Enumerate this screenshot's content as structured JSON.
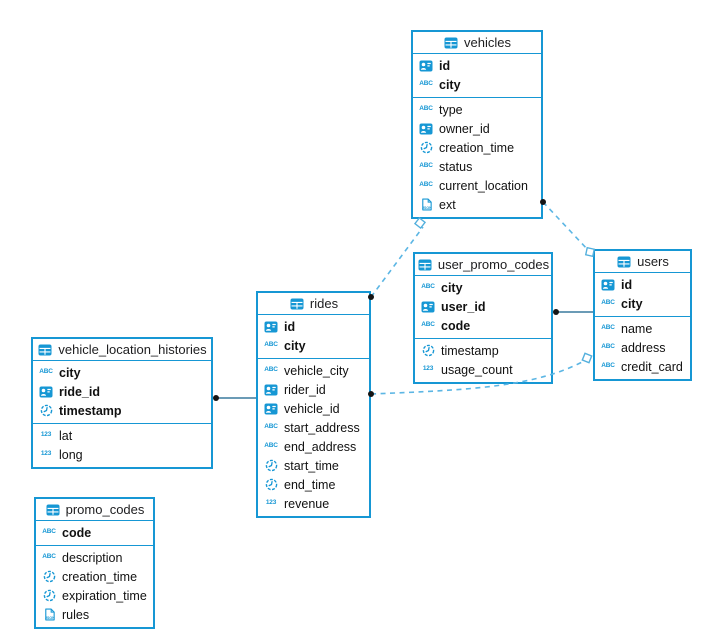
{
  "diagram": {
    "kind": "entity-relationship-diagram",
    "background": "#ffffff"
  },
  "colors": {
    "accent_blue": "#1697d4",
    "dashed_line": "#5cb6e4",
    "solid_line": "#3a7a9e",
    "connector_dot": "#151515",
    "diamond_fill": "#ffffff",
    "text": "#111111"
  },
  "icon_legend": {
    "table": "table-icon",
    "user": "id-badge-icon",
    "abc": "abc-text-type-icon",
    "num": "number-123-type-icon",
    "clock": "clock-time-type-icon",
    "json": "json-document-type-icon"
  },
  "tables": {
    "vehicles": {
      "title": "vehicles",
      "keys": [
        {
          "icon": "user",
          "label": "id"
        },
        {
          "icon": "abc",
          "label": "city"
        }
      ],
      "cols": [
        {
          "icon": "abc",
          "label": "type"
        },
        {
          "icon": "user",
          "label": "owner_id"
        },
        {
          "icon": "clock",
          "label": "creation_time"
        },
        {
          "icon": "abc",
          "label": "status"
        },
        {
          "icon": "abc",
          "label": "current_location"
        },
        {
          "icon": "json",
          "label": "ext"
        }
      ]
    },
    "user_promo_codes": {
      "title": "user_promo_codes",
      "keys": [
        {
          "icon": "abc",
          "label": "city"
        },
        {
          "icon": "user",
          "label": "user_id"
        },
        {
          "icon": "abc",
          "label": "code"
        }
      ],
      "cols": [
        {
          "icon": "clock",
          "label": "timestamp"
        },
        {
          "icon": "num",
          "label": "usage_count"
        }
      ]
    },
    "users": {
      "title": "users",
      "keys": [
        {
          "icon": "user",
          "label": "id"
        },
        {
          "icon": "abc",
          "label": "city"
        }
      ],
      "cols": [
        {
          "icon": "abc",
          "label": "name"
        },
        {
          "icon": "abc",
          "label": "address"
        },
        {
          "icon": "abc",
          "label": "credit_card"
        }
      ]
    },
    "rides": {
      "title": "rides",
      "keys": [
        {
          "icon": "user",
          "label": "id"
        },
        {
          "icon": "abc",
          "label": "city"
        }
      ],
      "cols": [
        {
          "icon": "abc",
          "label": "vehicle_city"
        },
        {
          "icon": "user",
          "label": "rider_id"
        },
        {
          "icon": "user",
          "label": "vehicle_id"
        },
        {
          "icon": "abc",
          "label": "start_address"
        },
        {
          "icon": "abc",
          "label": "end_address"
        },
        {
          "icon": "clock",
          "label": "start_time"
        },
        {
          "icon": "clock",
          "label": "end_time"
        },
        {
          "icon": "num",
          "label": "revenue"
        }
      ]
    },
    "vehicle_location_histories": {
      "title": "vehicle_location_histories",
      "keys": [
        {
          "icon": "abc",
          "label": "city"
        },
        {
          "icon": "user",
          "label": "ride_id"
        },
        {
          "icon": "clock",
          "label": "timestamp"
        }
      ],
      "cols": [
        {
          "icon": "num",
          "label": "lat"
        },
        {
          "icon": "num",
          "label": "long"
        }
      ]
    },
    "promo_codes": {
      "title": "promo_codes",
      "keys": [
        {
          "icon": "abc",
          "label": "code"
        }
      ],
      "cols": [
        {
          "icon": "abc",
          "label": "description"
        },
        {
          "icon": "clock",
          "label": "creation_time"
        },
        {
          "icon": "clock",
          "label": "expiration_time"
        },
        {
          "icon": "json",
          "label": "rules"
        }
      ]
    }
  },
  "relationships": [
    {
      "from": "rides",
      "to": "vehicles",
      "style": "dashed"
    },
    {
      "from": "vehicles",
      "to": "users",
      "style": "dashed"
    },
    {
      "from": "user_promo_codes",
      "to": "users",
      "style": "solid"
    },
    {
      "from": "rides",
      "to": "users",
      "style": "dashed"
    },
    {
      "from": "vehicle_location_histories",
      "to": "rides",
      "style": "solid"
    }
  ]
}
